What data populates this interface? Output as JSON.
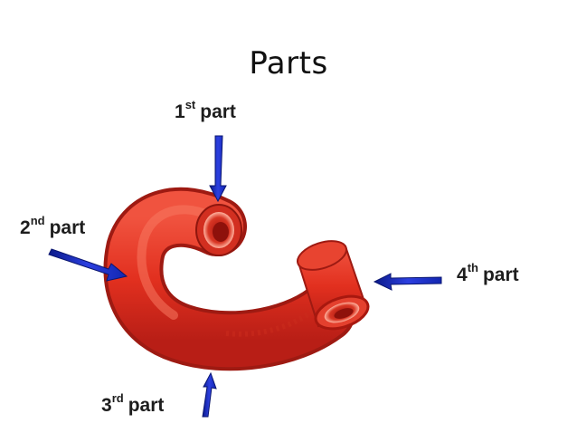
{
  "title": "Parts",
  "labels": [
    {
      "num": "1",
      "suffix": "st",
      "word": "part"
    },
    {
      "num": "2",
      "suffix": "nd",
      "word": "part"
    },
    {
      "num": "3",
      "suffix": "rd",
      "word": "part"
    },
    {
      "num": "4",
      "suffix": "th",
      "word": "part"
    }
  ],
  "colors": {
    "arrow": "#1f2fc8",
    "organ": "#e8362a",
    "organ_dark": "#b51b17",
    "organ_light": "#f76a55"
  }
}
